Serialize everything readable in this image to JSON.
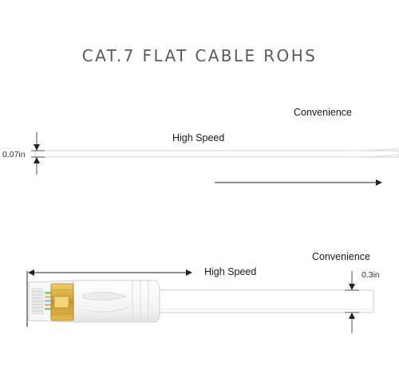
{
  "title": "CAT.7 FLAT CABLE ROHS",
  "top_diagram": {
    "convenience_label": "Convenience",
    "speed_label": "High Speed",
    "thickness_label": "0.07in"
  },
  "bottom_diagram": {
    "speed_label": "High Speed",
    "convenience_label": "Convenience",
    "thickness_label": "0.3in"
  },
  "colors": {
    "cable": "#ffffff",
    "outline": "#cfcfcf",
    "connector_gold": "#d4a62e",
    "arrow": "#222222",
    "title_text": "#5a5a5a"
  }
}
